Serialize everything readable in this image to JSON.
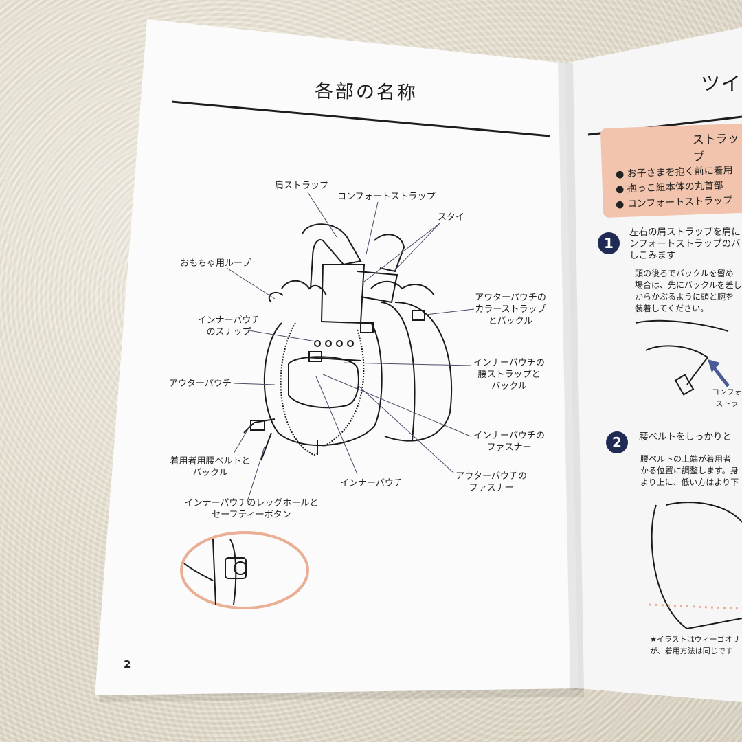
{
  "left_page": {
    "title": "各部の名称",
    "page_number": "2",
    "labels": {
      "shoulder_strap": "肩ストラップ",
      "comfort_strap": "コンフォートストラップ",
      "bib": "スタイ",
      "toy_loop": "おもちゃ用ループ",
      "inner_snap_1": "インナーパウチ",
      "inner_snap_2": "のスナップ",
      "outer_pouch": "アウターパウチ",
      "wearer_belt_1": "着用者用腰ベルトと",
      "wearer_belt_2": "バックル",
      "leg_hole_1": "インナーパウチのレッグホールと",
      "leg_hole_2": "セーフティーボタン",
      "collar_1": "アウターパウチの",
      "collar_2": "カラーストラップ",
      "collar_3": "とバックル",
      "waist_1": "インナーパウチの",
      "waist_2": "腰ストラップと",
      "waist_3": "バックル",
      "inner_zip_1": "インナーパウチの",
      "inner_zip_2": "ファスナー",
      "inner_pouch": "インナーパウチ",
      "outer_zip_1": "アウターパウチの",
      "outer_zip_2": "ファスナー"
    }
  },
  "right_page": {
    "title": "ツイ",
    "callout_title": "ストラップ",
    "bullets": [
      "お子さまを抱く前に着用",
      "抱っこ紐本体の丸首部",
      "コンフォートストラップ"
    ],
    "step1": {
      "number": "1",
      "lines": [
        "左右の肩ストラップを肩に",
        "ンフォートストラップのバ",
        "しこみます"
      ],
      "sub_lines": [
        "頭の後ろでバックルを留め",
        "場合は、先にバックルを差し",
        "からかぶるように頭と腕を",
        "装着してください。"
      ],
      "arrow_label_1": "コンフォ",
      "arrow_label_2": "ストラ"
    },
    "step2": {
      "number": "2",
      "lines": [
        "腰ベルトをしっかりと"
      ],
      "sub_lines": [
        "腰ベルトの上端が着用者",
        "かる位置に調整します。身",
        "より上に、低い方はより下"
      ]
    },
    "note_lines": [
      "★イラストはウィーゴオリ",
      "が、着用方法は同じです"
    ]
  },
  "colors": {
    "accent": "#f3c4ad",
    "step_badge": "#1f2a55",
    "callout_ring": "#e9ae94"
  }
}
